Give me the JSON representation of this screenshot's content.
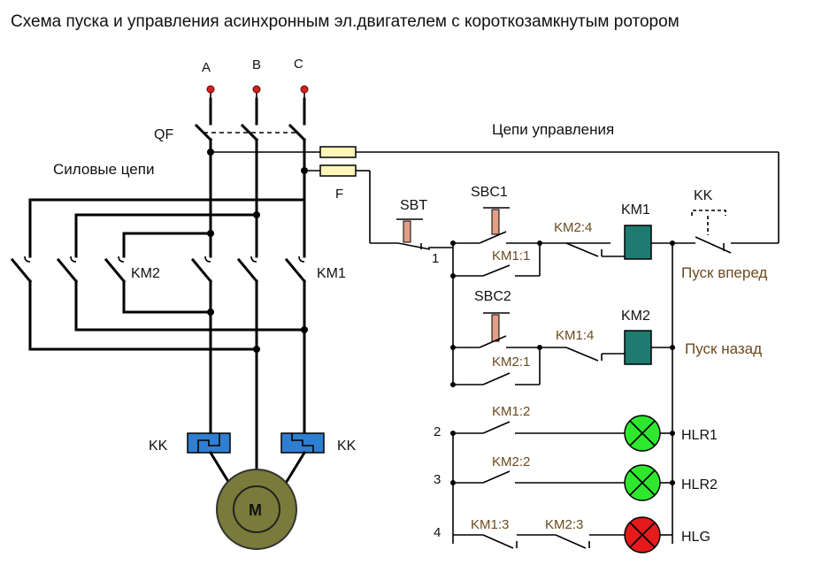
{
  "title": "Схема пуска и управления асинхронным эл.двигателем  с короткозамкнутым ротором",
  "phases": {
    "a": "A",
    "b": "B",
    "c": "C"
  },
  "labels": {
    "qf": "QF",
    "power": "Силовые цепи",
    "control": "Цепи управления",
    "f": "F",
    "km2_power": "KM2",
    "km1_power": "KM1",
    "kk_left": "KK",
    "kk_right": "KK",
    "motor": "M",
    "sbt": "SBT",
    "sbc1": "SBC1",
    "sbc2": "SBC2",
    "km1_1": "KM1:1",
    "km2_4": "KM2:4",
    "km1_coil": "KM1",
    "kk_ctrl": "KK",
    "forward": "Пуск вперед",
    "km1_4": "KM1:4",
    "km2_coil": "KM2",
    "reverse": "Пуск назад",
    "km2_1": "KM2:1",
    "km1_2": "KM1:2",
    "hlr1": "HLR1",
    "km2_2": "KM2:2",
    "hlr2": "HLR2",
    "km1_3": "KM1:3",
    "km2_3": "KM2:3",
    "hlg": "HLG",
    "n1": "1",
    "n2": "2",
    "n3": "3",
    "n4": "4"
  },
  "colors": {
    "coil": "#1f7a70",
    "thermal": "#2e7fd1",
    "lamp_green": "#2ee82e",
    "lamp_red": "#e51a1a",
    "motor": "#7a7a3a",
    "button": "#e0a088"
  }
}
